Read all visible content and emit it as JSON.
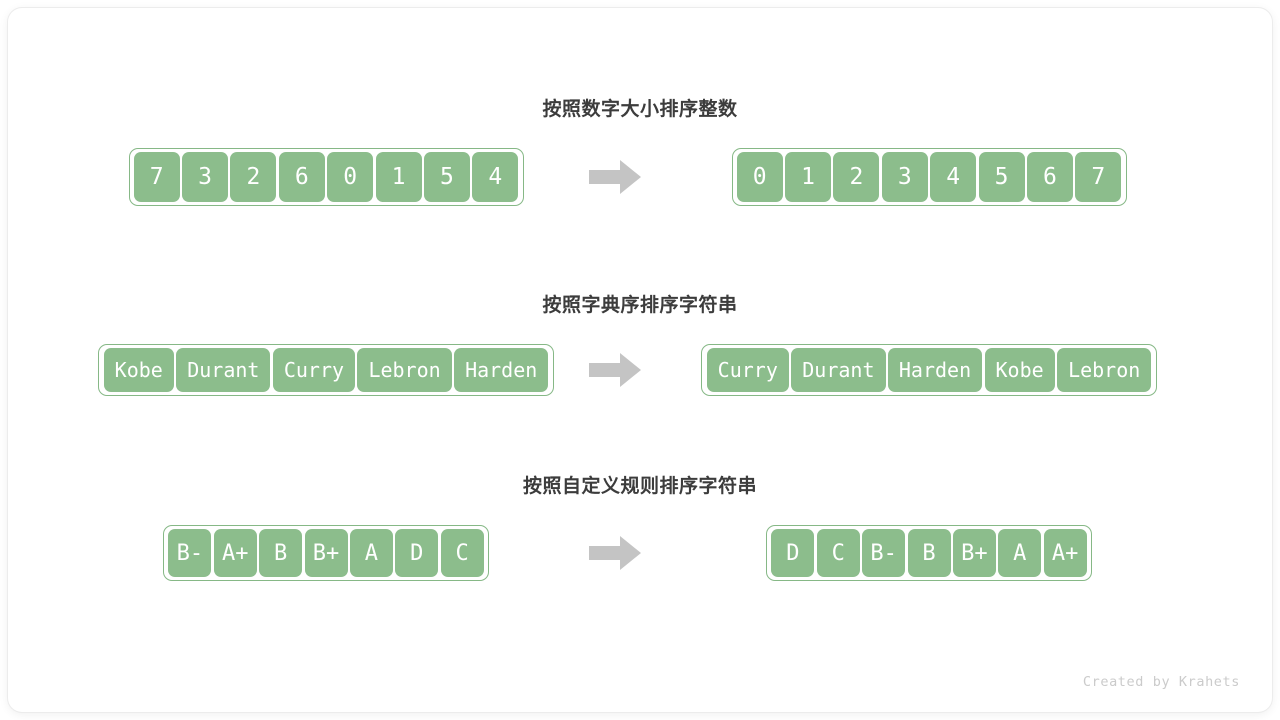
{
  "theme": {
    "cell_fill": "#8cbd8c",
    "cell_text": "#ffffff",
    "array_border": "#86b886",
    "arrow_color": "#c4c4c4",
    "title_color": "#3c3c3c",
    "footer_color": "#cbcbcb",
    "page_background": "#ffffff"
  },
  "footer": {
    "credit": "Created by Krahets"
  },
  "arrow": {
    "name": "right-arrow-icon"
  },
  "rows": [
    {
      "title": "按照数字大小排序整数",
      "kind": "num",
      "before": [
        "7",
        "3",
        "2",
        "6",
        "0",
        "1",
        "5",
        "4"
      ],
      "after": [
        "0",
        "1",
        "2",
        "3",
        "4",
        "5",
        "6",
        "7"
      ]
    },
    {
      "title": "按照字典序排序字符串",
      "kind": "str",
      "before": [
        "Kobe",
        "Durant",
        "Curry",
        "Lebron",
        "Harden"
      ],
      "after": [
        "Curry",
        "Durant",
        "Harden",
        "Kobe",
        "Lebron"
      ]
    },
    {
      "title": "按照自定义规则排序字符串",
      "kind": "grade",
      "before": [
        "B-",
        "A+",
        "B",
        "B+",
        "A",
        "D",
        "C"
      ],
      "after": [
        "D",
        "C",
        "B-",
        "B",
        "B+",
        "A",
        "A+"
      ]
    }
  ]
}
